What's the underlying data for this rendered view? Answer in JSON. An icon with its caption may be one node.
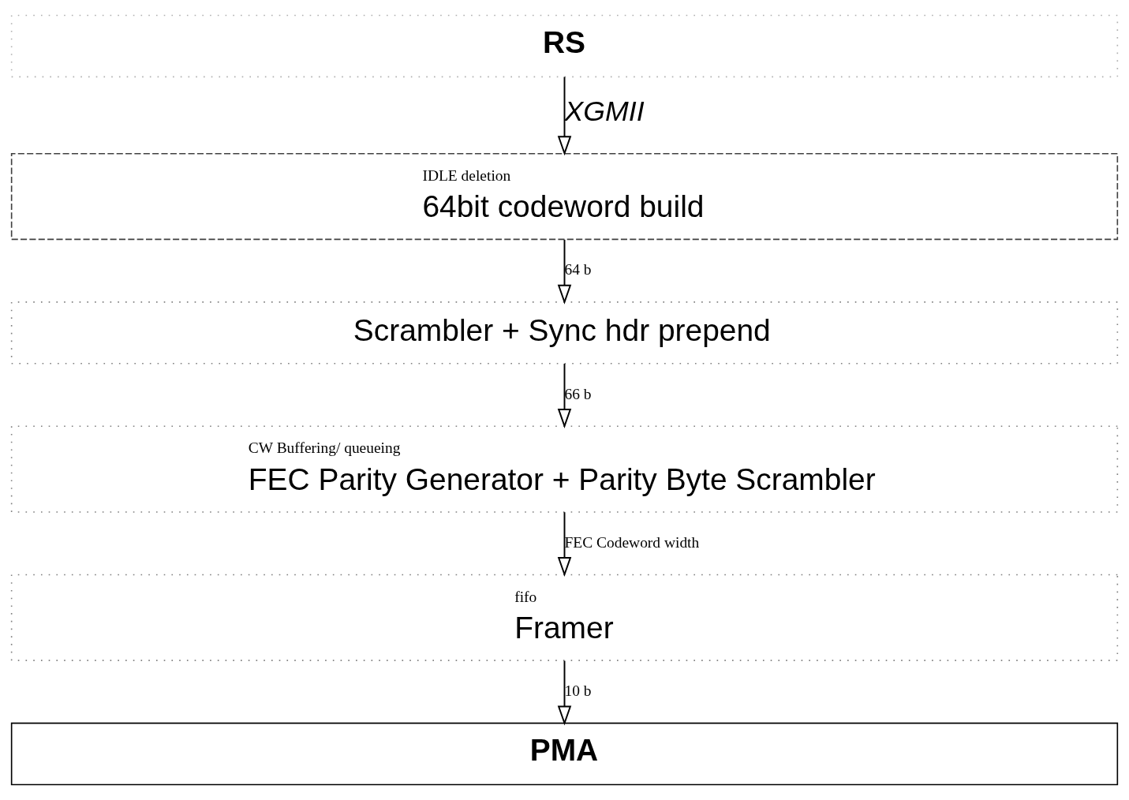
{
  "diagram": {
    "nodes": [
      {
        "text": [
          "RS"
        ]
      },
      {
        "text": [
          "IDLE deletion",
          "64bit codeword build"
        ]
      },
      {
        "text": [
          "Scrambler + Sync hdr prepend"
        ]
      },
      {
        "text": [
          "CW Buffering/ queueing",
          "FEC Parity Generator + Parity Byte Scrambler"
        ]
      },
      {
        "text": [
          "fifo",
          "Framer"
        ]
      },
      {
        "text": [
          "PMA"
        ]
      }
    ],
    "edges": [
      {
        "from": 0,
        "to": 1,
        "arrow": "to",
        "label": "XGMII"
      },
      {
        "from": 1,
        "to": 2,
        "arrow": "to",
        "label": "64 b"
      },
      {
        "from": 2,
        "to": 3,
        "arrow": "to",
        "label": "66 b"
      },
      {
        "from": 3,
        "to": 4,
        "arrow": "to",
        "label": "FEC Codeword width"
      },
      {
        "from": 4,
        "to": 5,
        "arrow": "to",
        "label": "10 b"
      }
    ]
  }
}
